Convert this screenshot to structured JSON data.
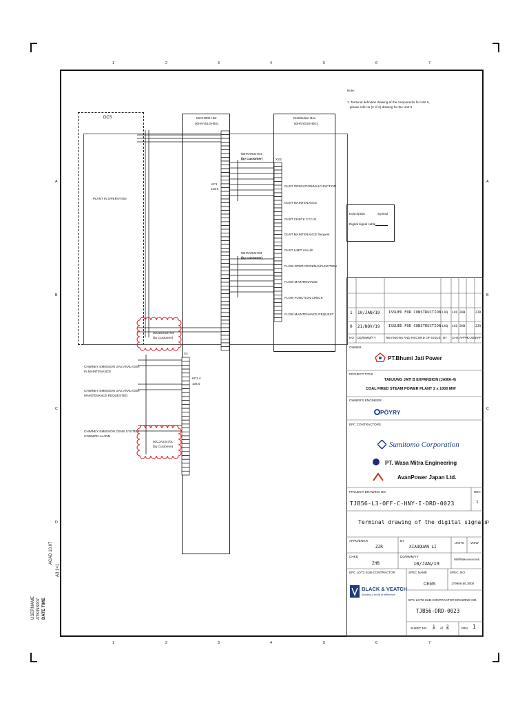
{
  "grid": {
    "cols": [
      "1",
      "2",
      "3",
      "4",
      "5",
      "6",
      "7"
    ],
    "rows_left": [
      "A",
      "B",
      "C",
      "D"
    ],
    "rows_right": [
      "A",
      "B",
      "C",
      "D"
    ]
  },
  "note": {
    "title": "Note:",
    "line1": "1. Terminal definition drawing of the components for Unit 5,",
    "line2": "please refer to (2 of 2) drawing for the Unit 6"
  },
  "dcs": {
    "title": "DCS",
    "plant_label": "PLANT IN OPERATION"
  },
  "mcs": {
    "title1": "MCS1000 HW",
    "title2": "50HNY01GH001",
    "kf1_label1": "KF1",
    "kf1_label2": "113.0"
  },
  "distribution_box": {
    "title1": "Distribution Box",
    "title2": "50HNY03GH001",
    "xs3": "XS3"
  },
  "cables": {
    "c1_tag": "50HNY034704",
    "c1_note": "(by Customer)",
    "c2_tag": "50HNY034703",
    "c2_note": "(by Customer)",
    "c3_tag": "50CBG014764",
    "c3_note": "(by Customer)",
    "c4_tag": "50CJA034701",
    "c4_note": "(by Customer)"
  },
  "signals": [
    "DUST OPERATION/MALFUNCTION",
    "DUST MAINTENANCE",
    "DUST CHECK CYCLE",
    "DUST MAINTENANCE Request",
    "DUST LIMIT VALUE",
    "FLOW OPERATION/MALFUNCTION",
    "FLOW MAINTENANCE",
    "FLOW FUNCTION CHECK",
    "FLOW MAINTENANCE REQUEST"
  ],
  "x4": {
    "title": "X4",
    "kf_label1": "KF1.4",
    "kf_label2": "104.5",
    "sig1_line1": "CHIMNEY EMISSION GAS ANALYZER",
    "sig1_line2": "IN MAINTENANCE",
    "sig2_line1": "CHIMNEY EMISSION GAS ANALYZER",
    "sig2_line2": "MAINTENANCE REQUESTED",
    "sig3_line1": "CHIMNEY EMISSION CEMS SYSTEM",
    "sig3_line2": "COMMON ALARM"
  },
  "legend": {
    "description": "Description",
    "symbol": "Symbol",
    "row_label": "Digital signal cable"
  },
  "revisions": {
    "header": [
      "NO",
      "DD/MMM/YY",
      "REVISIONS AND RECORD OF ISSUE",
      "BY",
      "CHK",
      "APPR",
      "CODE",
      "APP"
    ],
    "rows": [
      [
        "1",
        "10/JAN/19",
        "ISSUED FOR CONSTRUCTION",
        "LXQ",
        "LXQ",
        "ZHB",
        "",
        "ZJR"
      ],
      [
        "0",
        "21/NOV/19",
        "ISSUED FOR CONSTRUCTION",
        "LXQ",
        "LXQ",
        "ZHB",
        "",
        "ZJR"
      ]
    ]
  },
  "title_block": {
    "owner_label": "OWNER",
    "owner_name": "PT.Bhumi Jati Power",
    "project_title_label": "PROJECT TITLE",
    "project_line1": "TANJUNG JATI B EXPANSION (JAWA-4)",
    "project_line2": "COAL FIRED STEAM POWER PLANT 2 x 1000 MW",
    "owners_engineer_label": "OWNER'S ENGINEER",
    "owners_engineer": "PÖYRY",
    "epc_label": "EPC CONTRACTORS",
    "epc1": "Sumitomo Corporation",
    "epc2": "PT. Wasa Mitra Engineering",
    "epc3": "AvanPower Japan Ltd.",
    "project_drawing_label": "PROJECT DRAWING NO.",
    "project_drawing_no": "TJB56-L3-OFF-C-HNY-I-DRD-0023",
    "rev_label": "REV.",
    "rev_value": "1",
    "drawing_title": "Terminal drawing of the digital signals",
    "appd_label": "APPD/ENGR",
    "appd_value": "ZJR",
    "by_label": "BY",
    "by_value": "XIAOQUAN LI",
    "units_label": "UNITS",
    "view_label": "VIEW",
    "chkd_label": "CHKD",
    "chkd_value": "ZHB",
    "date_label": "DD/MMM/YY",
    "date_value": "10/JAN/19",
    "scale_label": "MM/IN",
    "scale_value": "MM/IN/NONE",
    "sub_label": "EPC LOT3 SUB-CONTRACTOR",
    "spec_name_label": "SPEC NAME",
    "spec_name": "CEMS",
    "spec_no_label": "SPEC. NO.",
    "spec_no": "179956.65.3600",
    "bv_name": "BLACK & VEATCH",
    "bv_tag": "Building a world of difference",
    "sub_drawing_label": "EPC LOT3 SUB-CONTRACTOR DRAWING NO.",
    "sub_drawing_no": "TJB56-DRD-0023",
    "sheet_label": "SHEET NO.",
    "sheet_value": "1",
    "of_label": "of",
    "sheet_total": "2",
    "rev2_label": "REV.",
    "rev2_value": "1"
  },
  "side_stamp": {
    "line1": "USERNAME",
    "line2": "ATKINS007",
    "line3": "DATE TIME",
    "line4": "ACAD 10.07",
    "line5": "A3 1=1"
  },
  "colors": {
    "revision_cloud": "#e0202a",
    "line": "#111111",
    "owner_red": "#d0301e",
    "poyry_blue": "#1e4a8c",
    "sumitomo_blue": "#1e3c8c",
    "bv_blue": "#1e3c78"
  }
}
